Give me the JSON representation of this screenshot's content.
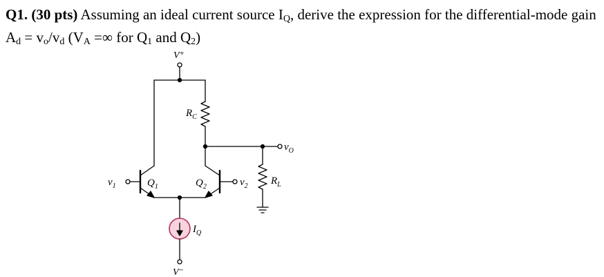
{
  "question": {
    "number": "Q1. (30 pts)",
    "text_1": " Assuming an ideal current source I",
    "iq_sub": "Q",
    "text_2": ", derive the expression for the differential-mode gain A",
    "ad_sub": "d",
    "text_3": " = v",
    "vo_sub": "o",
    "text_4": "/v",
    "vd_sub": "d",
    "text_5": " (V",
    "va_sub": "A",
    "text_6": " =∞ for Q",
    "q1_sub": "1",
    "text_7": " and Q",
    "q2_sub": "2",
    "text_8": ")"
  },
  "circuit": {
    "vplus": "V⁺",
    "vminus": "V⁻",
    "rc": "R",
    "rc_sub": "C",
    "rl": "R",
    "rl_sub": "L",
    "q1": "Q",
    "q1_sub": "1",
    "q2": "Q",
    "q2_sub": "2",
    "v1": "v",
    "v1_sub": "1",
    "v2": "v",
    "v2_sub": "2",
    "vo": "v",
    "vo_sub": "O",
    "iq": "I",
    "iq_sub": "Q",
    "source_fill": "#f7d3dd",
    "source_stroke": "#b0325a"
  }
}
